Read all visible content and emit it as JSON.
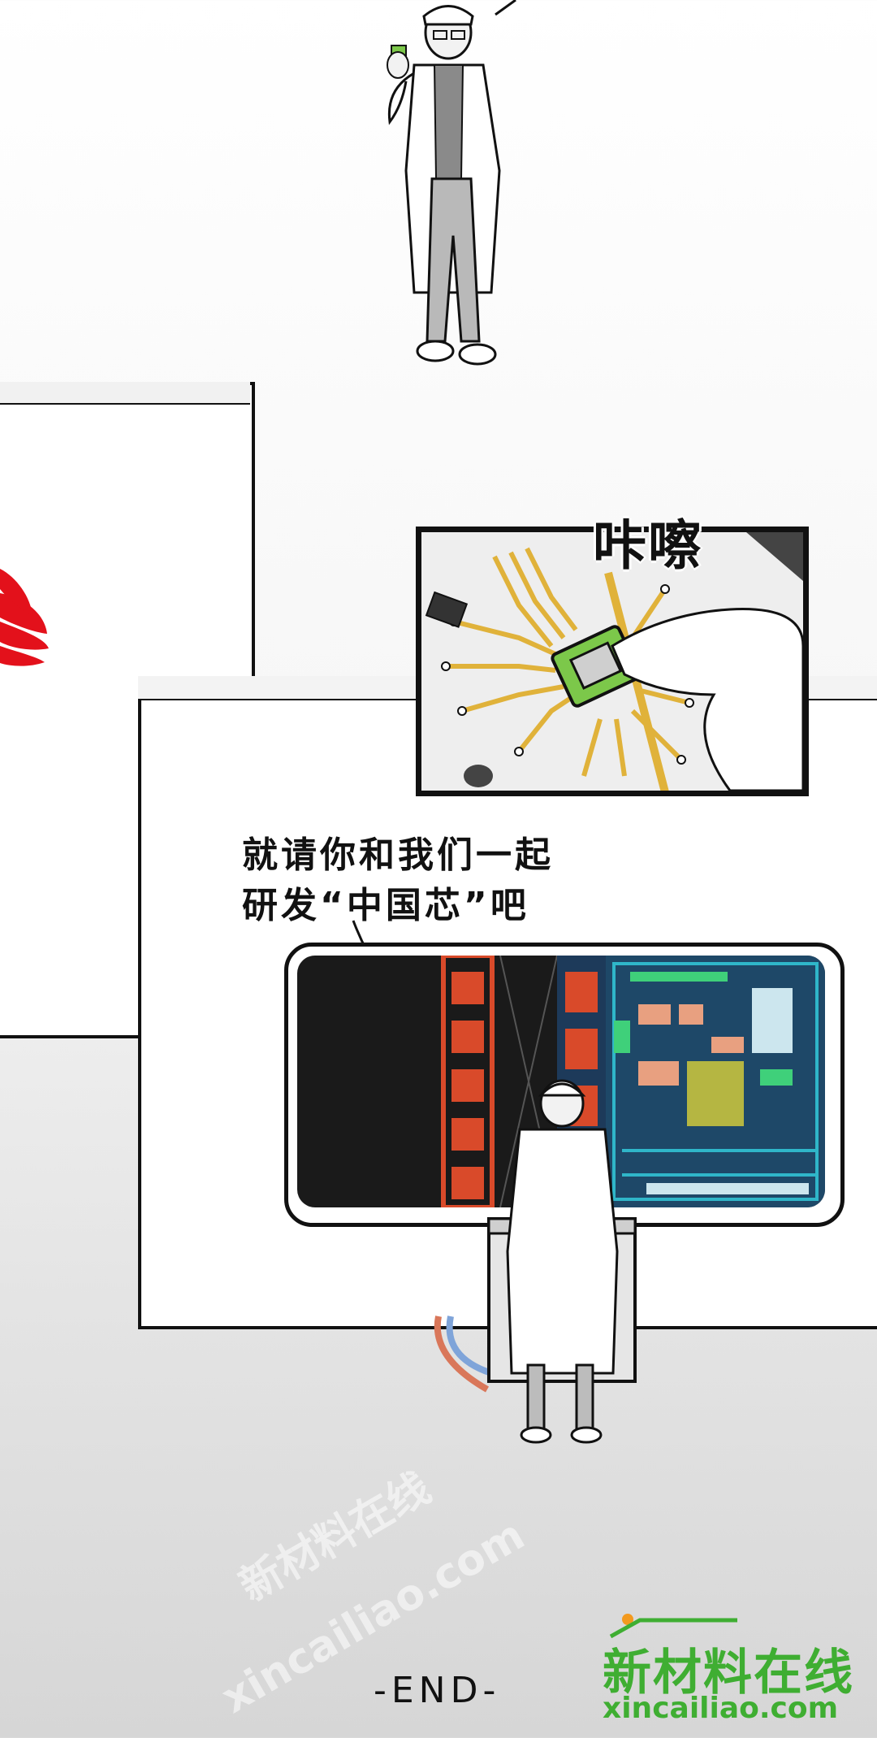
{
  "panel": {
    "sfx": "咔嚓",
    "speech_line1": "就请你和我们一起",
    "speech_line2": "研发“中国芯”吧",
    "end": "-END-"
  },
  "watermark": {
    "center_cn": "新材料在线",
    "center_url": "xincailiao.com",
    "bottom_cn": "新材料在线",
    "bottom_url": "xincailiao.com"
  },
  "logo": {
    "name": "新材料在线",
    "url": "xincailiao.com",
    "color": "#3fae32",
    "dot_color": "#f39a1e"
  },
  "icons": {
    "brand_flower": "huawei-petal-logo-icon",
    "chip": "microchip-icon"
  },
  "colors": {
    "brand_red": "#e3111b",
    "chip_green": "#7cc84a",
    "trace_gold": "#e0b23a",
    "screen_red": "#d94a2a",
    "screen_cyan": "#2fb6c9"
  }
}
